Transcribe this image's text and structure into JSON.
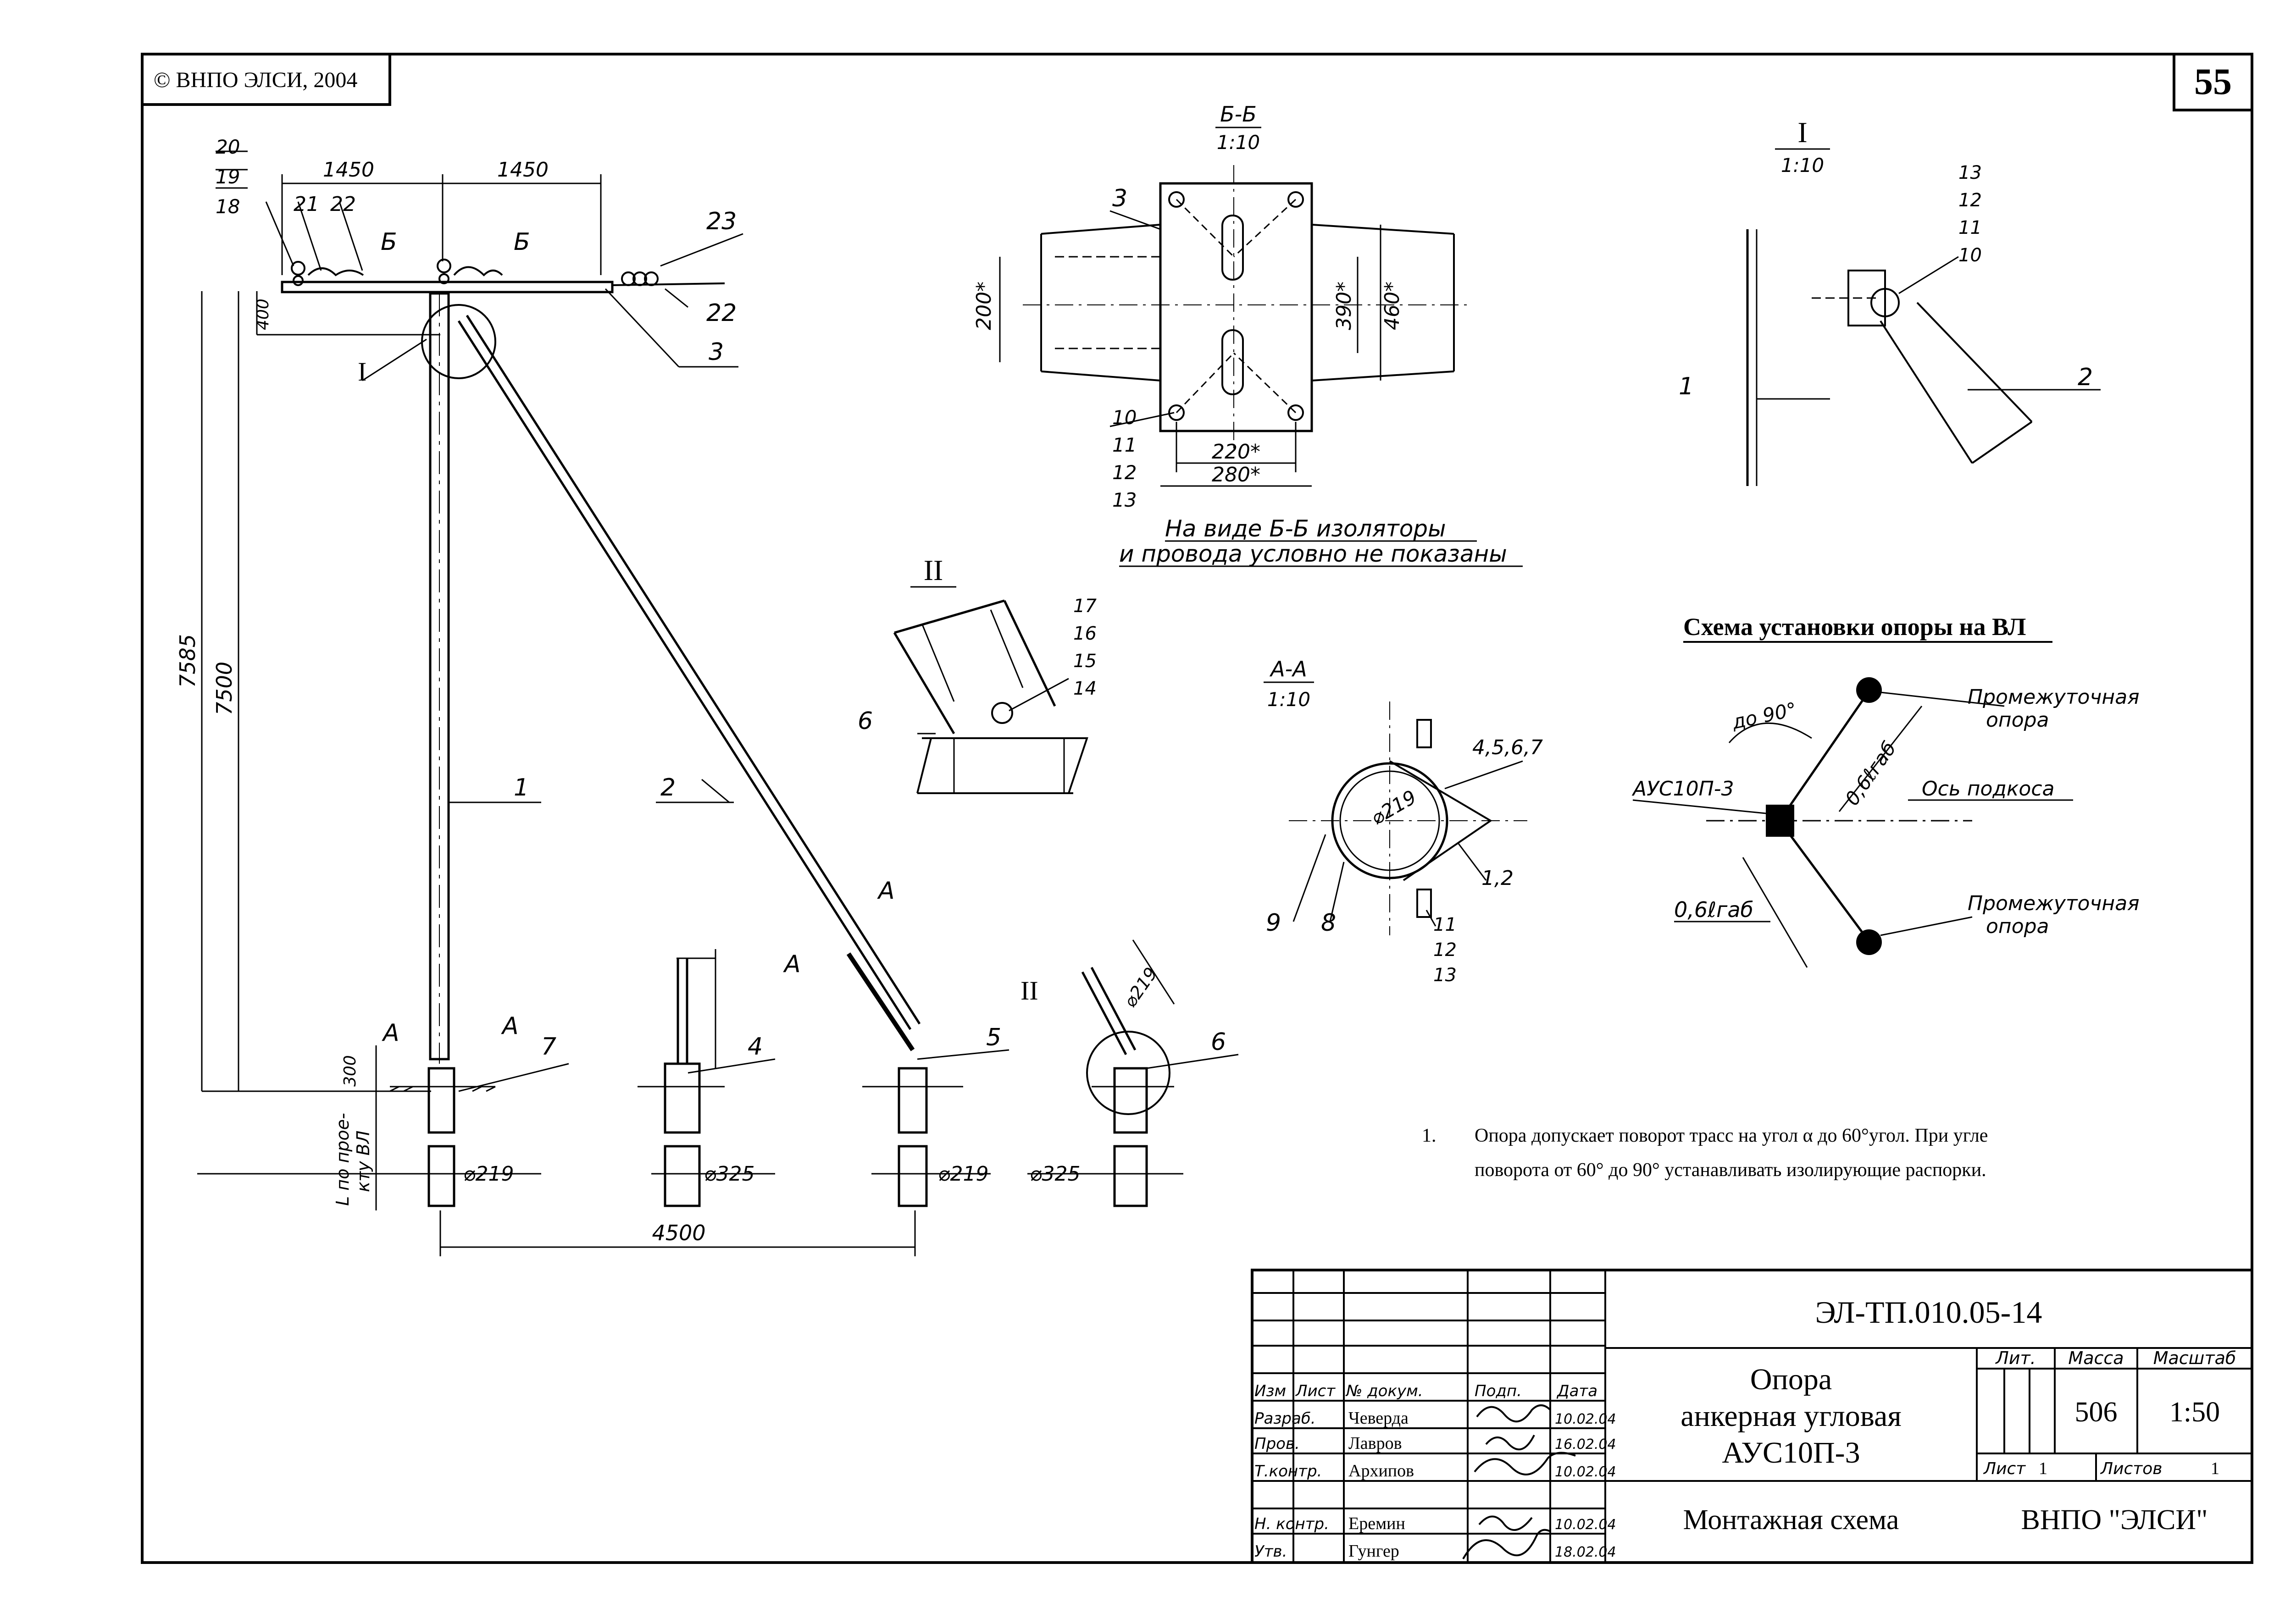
{
  "copyright": "© ВНПО ЭЛСИ, 2004",
  "sheet_number": "55",
  "main_view": {
    "dim_left_half": "1450",
    "dim_right_half": "1450",
    "dim_total_height": "7585",
    "dim_pole_height": "7500",
    "dim_400": "400",
    "dim_300": "300",
    "dim_base": "4500",
    "depth_label_line1": "L по прое-",
    "depth_label_line2": "кту ВЛ",
    "section_b": "Б",
    "section_a": "А",
    "callout_I": "I",
    "callout_II": "II",
    "diam_219": "⌀219",
    "diam_325": "⌀325",
    "positions": [
      "1",
      "2",
      "3",
      "4",
      "5",
      "6",
      "7",
      "18",
      "19",
      "20",
      "21",
      "22",
      "22",
      "23"
    ]
  },
  "section_bb": {
    "title": "Б-Б",
    "scale": "1:10",
    "dim_200": "200*",
    "dim_390": "390*",
    "dim_460": "460*",
    "dim_220": "220*",
    "dim_280": "280*",
    "positions": [
      "3",
      "10",
      "11",
      "12",
      "13"
    ],
    "note_line1": "На виде Б-Б изоляторы",
    "note_line2": "и провода условно не показаны"
  },
  "view_I": {
    "title": "I",
    "scale": "1:10",
    "positions": [
      "1",
      "2",
      "10",
      "11",
      "12",
      "13"
    ]
  },
  "view_II": {
    "title": "II",
    "positions": [
      "6",
      "14",
      "15",
      "16",
      "17"
    ]
  },
  "section_aa": {
    "title": "А-А",
    "scale": "1:10",
    "diam": "⌀219",
    "positions": [
      "4,5,6,7",
      "1,2",
      "8",
      "9",
      "11",
      "12",
      "13"
    ]
  },
  "scheme": {
    "title": "Схема установки опоры на ВЛ",
    "angle": "до 90°",
    "label_support": "АУС10П-3",
    "label_intermediate_top_1": "Промежуточная",
    "label_intermediate_top_2": "опора",
    "label_axis": "Ось подкоса",
    "label_intermediate_bottom_1": "Промежуточная",
    "label_intermediate_bottom_2": "опора",
    "span_top": "0,6ℓгаб",
    "span_bottom": "0,6ℓгаб"
  },
  "notes": {
    "number": "1.",
    "line1": "Опора допускает поворот трасс на угол α до 60°угол. При угле",
    "line2": "поворота от 60° до 90° устанавливать изолирующие распорки."
  },
  "title_block": {
    "doc_code": "ЭЛ-ТП.010.05-14",
    "title_line1": "Опора",
    "title_line2": "анкерная угловая",
    "title_line3": "АУС10П-3",
    "subtitle": "Монтажная схема",
    "organization": "ВНПО \"ЭЛСИ\"",
    "lit_header": "Лит.",
    "mass_header": "Масса",
    "scale_header": "Масштаб",
    "mass_value": "506",
    "scale_value": "1:50",
    "sheet_label": "Лист",
    "sheet_value": "1",
    "sheets_label": "Листов",
    "sheets_value": "1",
    "col_headers": [
      "Изм",
      "Лист",
      "№ докум.",
      "Подп.",
      "Дата"
    ],
    "roles": [
      {
        "role": "Разраб.",
        "name": "Чеверда",
        "date": "10.02.04"
      },
      {
        "role": "Пров.",
        "name": "Лавров",
        "date": "16.02.04"
      },
      {
        "role": "Т.контр.",
        "name": "Архипов",
        "date": "10.02.04"
      },
      {
        "role": "",
        "name": "",
        "date": ""
      },
      {
        "role": "Н. контр.",
        "name": "Еремин",
        "date": "10.02.04"
      },
      {
        "role": "Утв.",
        "name": "Гунгер",
        "date": "18.02.04"
      }
    ]
  }
}
